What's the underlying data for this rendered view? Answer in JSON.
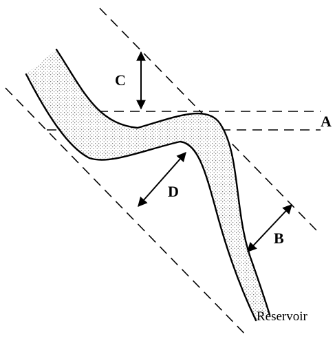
{
  "labels": {
    "a": "A",
    "b": "B",
    "c": "C",
    "d": "D",
    "reservoir": "Reservoir"
  }
}
